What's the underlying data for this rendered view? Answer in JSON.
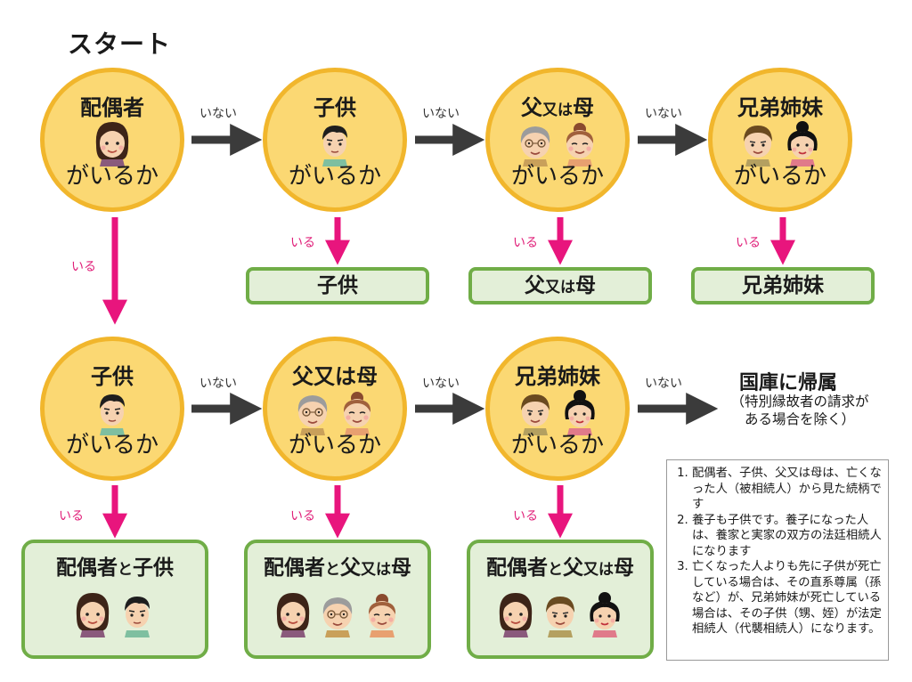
{
  "start_label": "スタート",
  "q1": {
    "title": "配偶者",
    "bottom": "がいるか"
  },
  "q2": {
    "title": "子供",
    "bottom": "がいるか"
  },
  "q3": {
    "title": "父",
    "small": "又は",
    "title2": "母",
    "bottom": "がいるか"
  },
  "q4": {
    "title": "兄弟姉妹",
    "bottom": "がいるか"
  },
  "q5": {
    "title": "子供",
    "bottom": "がいるか"
  },
  "q6": {
    "title": "父又は母",
    "bottom": "がいるか"
  },
  "q7": {
    "title": "兄弟姉妹",
    "bottom": "がいるか"
  },
  "r_child": "子供",
  "r_parent": {
    "a": "父",
    "small": "又は",
    "b": "母"
  },
  "r_sibling": "兄弟姉妹",
  "b1": {
    "a": "配偶者",
    "small": "と",
    "b": "子供"
  },
  "b2": {
    "a": "配偶者",
    "small": "と",
    "b": "父",
    "small2": "又は",
    "c": "母"
  },
  "b3": {
    "a": "配偶者",
    "small": "と",
    "b": "父",
    "small2": "又は",
    "c": "母"
  },
  "no_label": "いない",
  "yes_label": "いる",
  "escheat": {
    "title": "国庫に帰属",
    "line1": "（特別縁故者の請求が",
    "line2": "ある場合を除く）"
  },
  "notes": [
    "配偶者、子供、父又は母は、亡くなった人（被相続人）から見た続柄です",
    "養子も子供です。養子になった人は、養家と実家の双方の法廷相続人になります",
    "亡くなった人よりも先に子供が死亡している場合は、その直系尊属（孫など）が、兄弟姉妹が死亡している場合は、その子供（甥、姪）が法定相続人（代襲相続人）になります。"
  ],
  "colors": {
    "circle": "#fbd873",
    "circle_border": "#f1b62c",
    "box": "#e3efd8",
    "box_border": "#70ad47",
    "yes_arrow": "#e8157d",
    "no_arrow": "#3b3b3b"
  },
  "icons": [
    "woman-face-icon",
    "boy-face-icon",
    "grandpa-face-icon",
    "grandma-face-icon",
    "older-brother-face-icon",
    "older-sister-face-icon"
  ]
}
